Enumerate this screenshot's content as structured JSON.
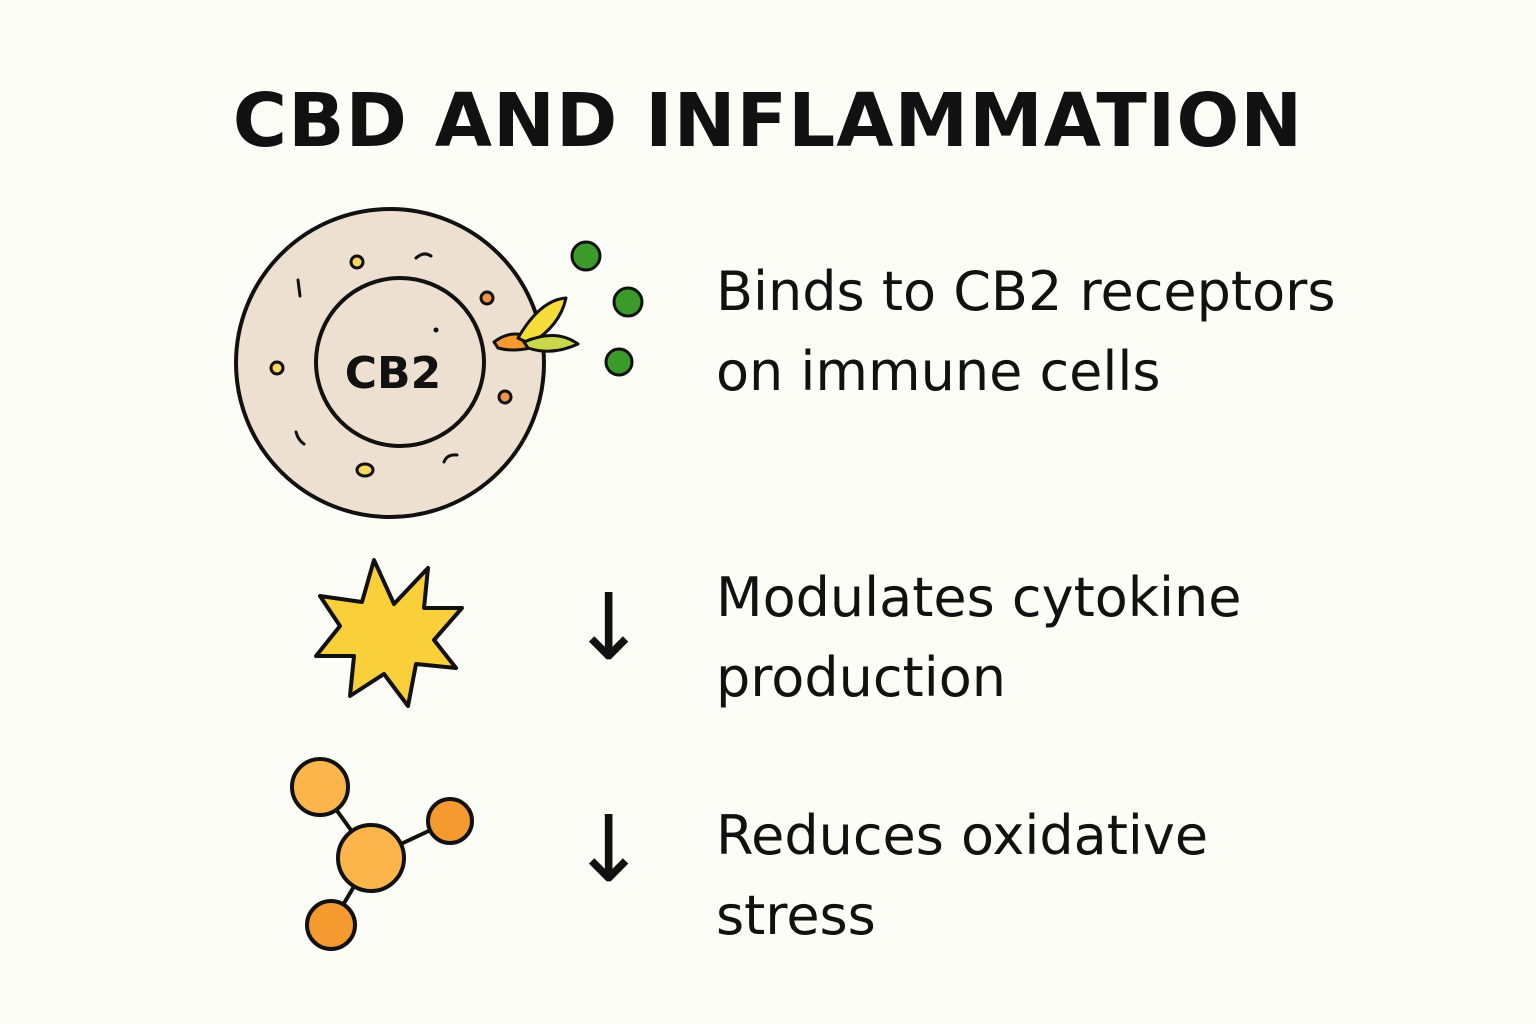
{
  "title": "CBD AND INFLAMMATION",
  "cell": {
    "label": "CB2",
    "icon": "immune-cell-icon"
  },
  "steps": [
    {
      "icon": "receptor-binding-icon",
      "lines": [
        "Binds to CB2 receptors",
        "on immune cells"
      ]
    },
    {
      "icon": "cytokine-burst-icon",
      "arrow": "↓",
      "lines": [
        "Modulates cytokine",
        "production"
      ]
    },
    {
      "icon": "molecule-icon",
      "arrow": "↓",
      "lines": [
        "Reduces oxidative",
        "stress"
      ]
    }
  ],
  "colors": {
    "background": "#fdfdf8",
    "cell_fill": "#ede0d0",
    "outline": "#111111",
    "green_dot": "#3a9a2a",
    "burst": "#f9cf3a",
    "molecule_light": "#fbb54a",
    "molecule_dark": "#f59a2e"
  }
}
